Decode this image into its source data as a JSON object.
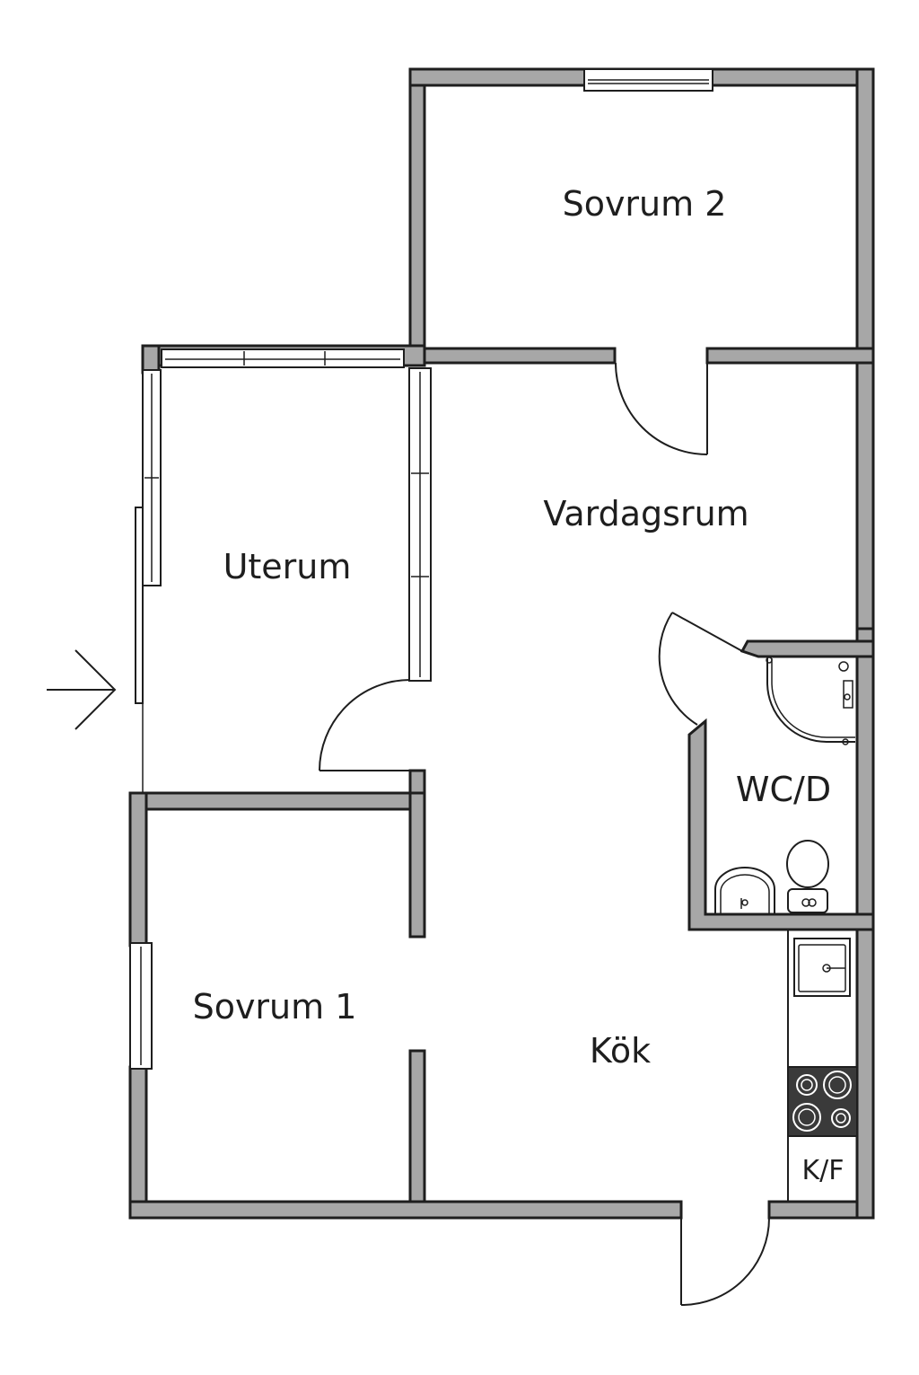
{
  "rooms": {
    "sovrum2": "Sovrum 2",
    "vardagsrum": "Vardagsrum",
    "uterum": "Uterum",
    "wc": "WC/D",
    "sovrum1": "Sovrum 1",
    "kok": "Kök",
    "kf": "K/F"
  },
  "colors": {
    "wall_fill": "#a7a7a7",
    "line": "#1e1e1e",
    "background": "#ffffff",
    "stove": "#3a3a3a"
  },
  "icons": [
    "entrance-arrow-icon",
    "shower-icon",
    "toilet-icon",
    "washbasin-icon",
    "sink-icon",
    "stove-icon"
  ]
}
